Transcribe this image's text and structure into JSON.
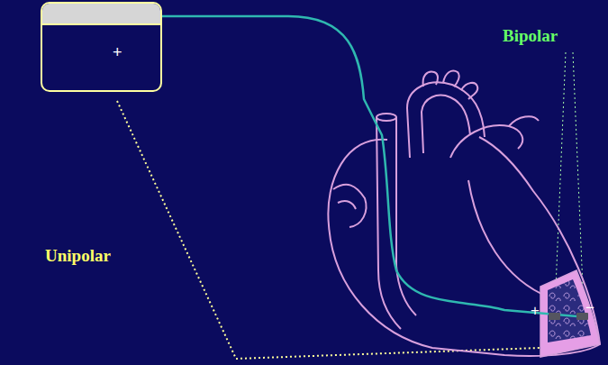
{
  "diagram": {
    "nodes": [
      {
        "text": [
          "+"
        ]
      }
    ],
    "labels": [
      "Bipolar",
      "Unipolar",
      "+",
      "−"
    ]
  }
}
